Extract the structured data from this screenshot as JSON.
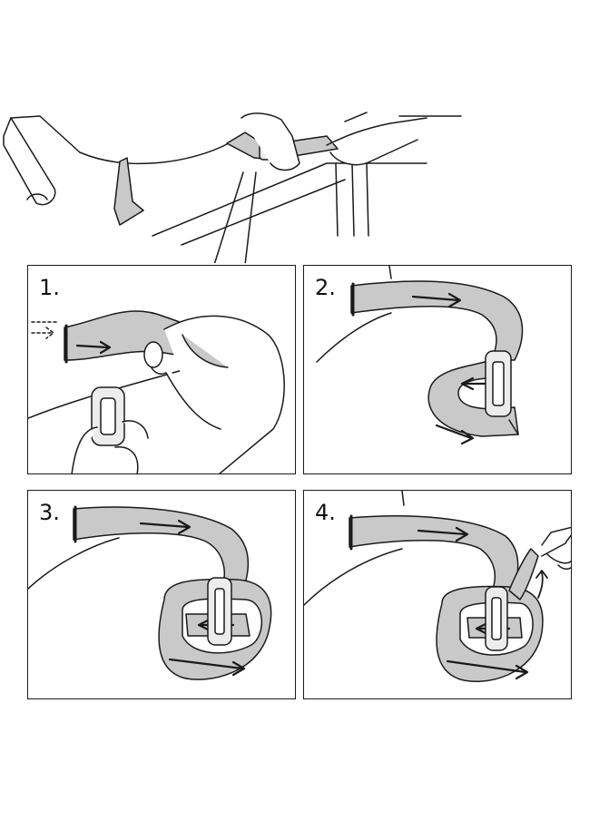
{
  "colors": {
    "strap": "#c9c9c9",
    "strap_dark": "#9a9a9a",
    "line": "#1a1a1a",
    "buckle": "#ececec"
  },
  "steps": [
    {
      "label": "1."
    },
    {
      "label": "2."
    },
    {
      "label": "3."
    },
    {
      "label": "4."
    }
  ]
}
